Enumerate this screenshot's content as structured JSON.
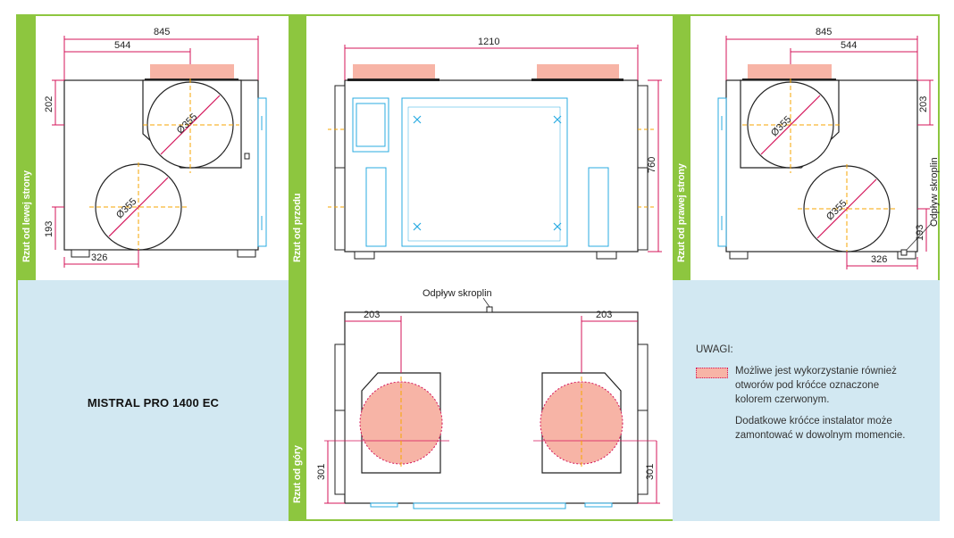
{
  "views": {
    "left_label": "Rzut od lewej strony",
    "front_label": "Rzut od przodu",
    "right_label": "Rzut od prawej strony",
    "top_label": "Rzut od góry"
  },
  "dims": {
    "left_w": "845",
    "left_inner": "544",
    "left_top": "202",
    "left_dia1": "Ø355",
    "left_dia2": "Ø355",
    "left_bottom": "193",
    "left_326": "326",
    "front_w": "1210",
    "front_h": "760",
    "right_w": "845",
    "right_inner": "544",
    "right_top": "203",
    "right_dia1": "Ø355",
    "right_dia2": "Ø355",
    "right_bottom": "193",
    "right_326": "326",
    "right_drain": "Odpływ skroplin",
    "top_203a": "203",
    "top_203b": "203",
    "top_drain": "Odpływ skroplin",
    "top_301a": "301",
    "top_301b": "301"
  },
  "model": "MISTRAL PRO 1400 EC",
  "notes": {
    "title": "UWAGI:",
    "line1": "Możliwe jest wykorzystanie również",
    "line2": "otworów pod króćce oznaczone",
    "line3": "kolorem czerwonym.",
    "line4": "Dodatkowe króćce instalator może",
    "line5": "zamontować w dowolnym momencie."
  },
  "colors": {
    "frame": "#8dc63f",
    "dim": "#d4145a",
    "axis": "#f7a600",
    "blue": "#29abe2",
    "pink": "#f7b4a6",
    "panel": "#d2e8f2"
  }
}
